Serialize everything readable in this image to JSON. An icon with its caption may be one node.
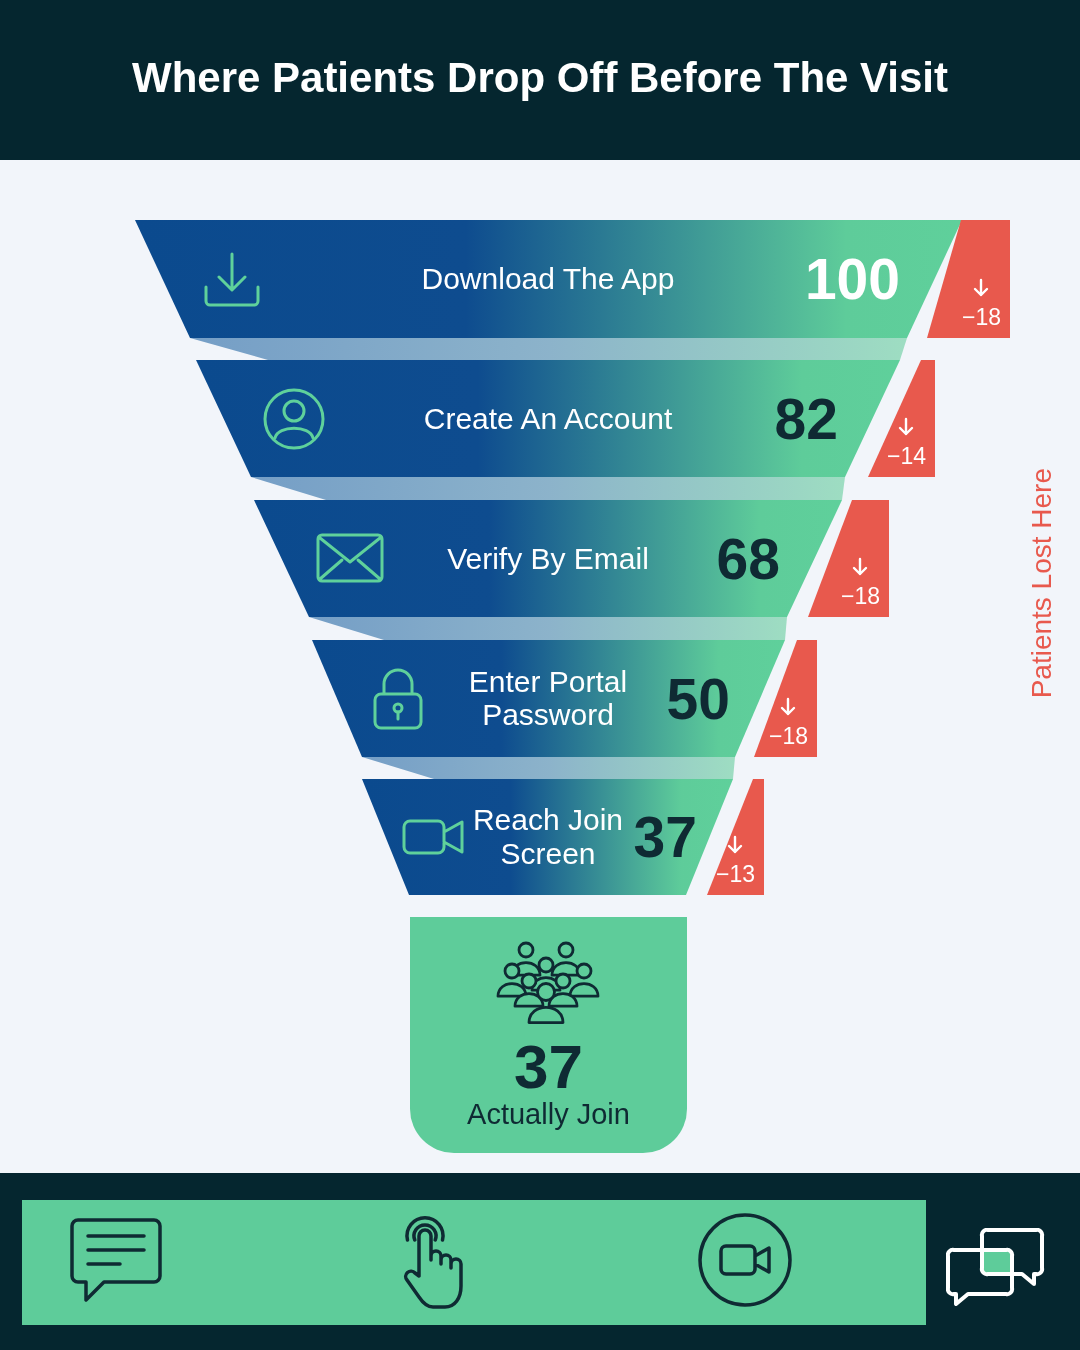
{
  "diagram": {
    "title": "Where Patients Drop Off Before The Visit",
    "nodes": [
      {
        "text": [
          "Download The App",
          "100"
        ]
      },
      {
        "text": [
          "−18"
        ]
      },
      {
        "text": [
          "Create An Account",
          "82"
        ]
      },
      {
        "text": [
          "−14"
        ]
      },
      {
        "text": [
          "Verify By Email",
          "68"
        ]
      },
      {
        "text": [
          "−18"
        ]
      },
      {
        "text": [
          "Enter Portal Password",
          "50"
        ]
      },
      {
        "text": [
          "−18"
        ]
      },
      {
        "text": [
          "Reach Join Screen",
          "37"
        ]
      },
      {
        "text": [
          "−13"
        ]
      },
      {
        "text": [
          "37",
          "Actually Join"
        ]
      }
    ],
    "labels": [
      "Patients Lost Here"
    ]
  }
}
